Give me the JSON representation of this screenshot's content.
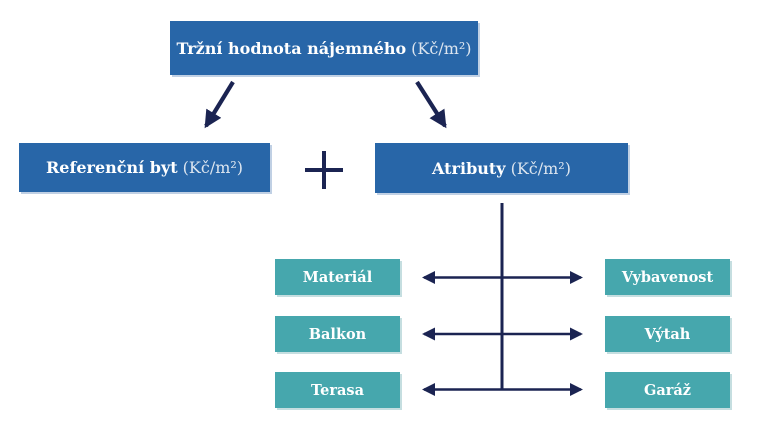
{
  "diagram": {
    "title_box": {
      "label": "Tržní hodnota nájemného",
      "unit": "(Kč/m²)"
    },
    "reference_box": {
      "label": "Referenční byt",
      "unit": "(Kč/m²)"
    },
    "operator": "+",
    "attributes_box": {
      "label": "Atributy",
      "unit": "(Kč/m²)"
    },
    "attribute_pairs": [
      {
        "left": "Materiál",
        "right": "Vybavenost"
      },
      {
        "left": "Balkon",
        "right": "Výtah"
      },
      {
        "left": "Terasa",
        "right": "Garáž"
      }
    ],
    "colors": {
      "primary_blue": "#2866a8",
      "teal": "#46a7ad",
      "arrow_navy": "#1b2452",
      "text_main": "#ffffff",
      "text_unit": "#dce5ef"
    }
  }
}
